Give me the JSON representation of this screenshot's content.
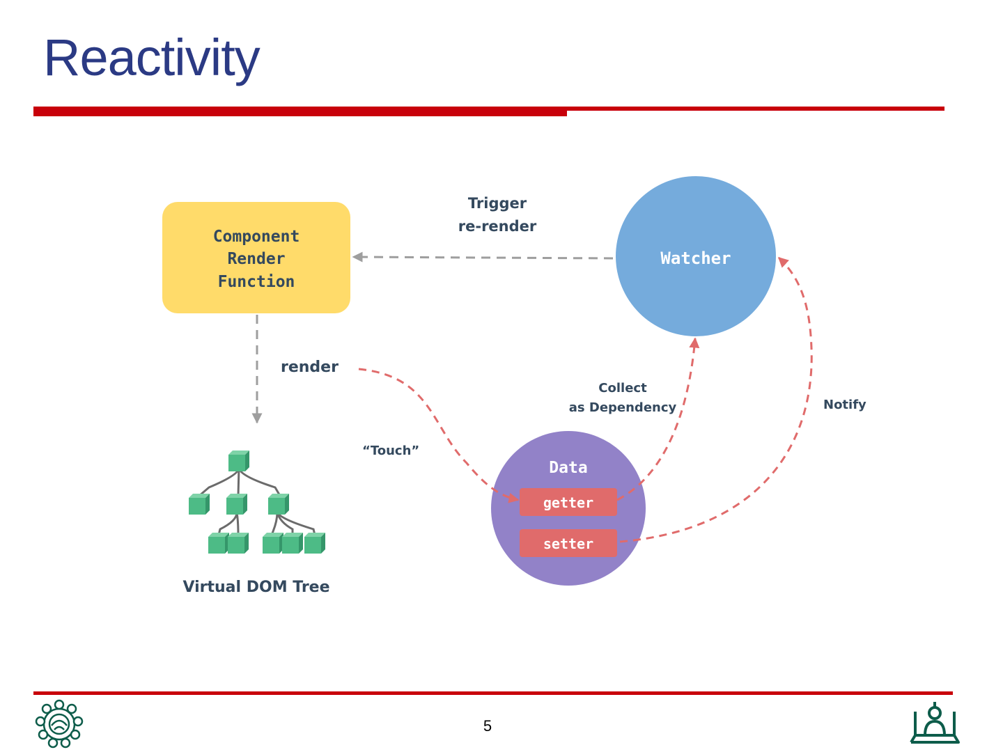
{
  "slide": {
    "title": "Reactivity",
    "page_number": "5"
  },
  "diagram": {
    "component_box": {
      "lines": [
        "Component",
        "Render",
        "Function"
      ]
    },
    "watcher_label": "Watcher",
    "data_label": "Data",
    "getter_label": "getter",
    "setter_label": "setter",
    "trigger_label": [
      "Trigger",
      "re-render"
    ],
    "render_label": "render",
    "touch_label": "“Touch”",
    "collect_label": [
      "Collect",
      "as Dependency"
    ],
    "notify_label": "Notify",
    "vdom_label": "Virtual DOM Tree"
  },
  "colors": {
    "title": "#2b3a84",
    "rule": "#c8000a",
    "component": "#ffdb6a",
    "watcher": "#75abdc",
    "data": "#9282c8",
    "accessor": "#e06b6b",
    "arrow_gray": "#9e9e9e",
    "arrow_red": "#e06b6b",
    "tree_node": "#4dbb86",
    "emblem": "#0d5c4a"
  }
}
